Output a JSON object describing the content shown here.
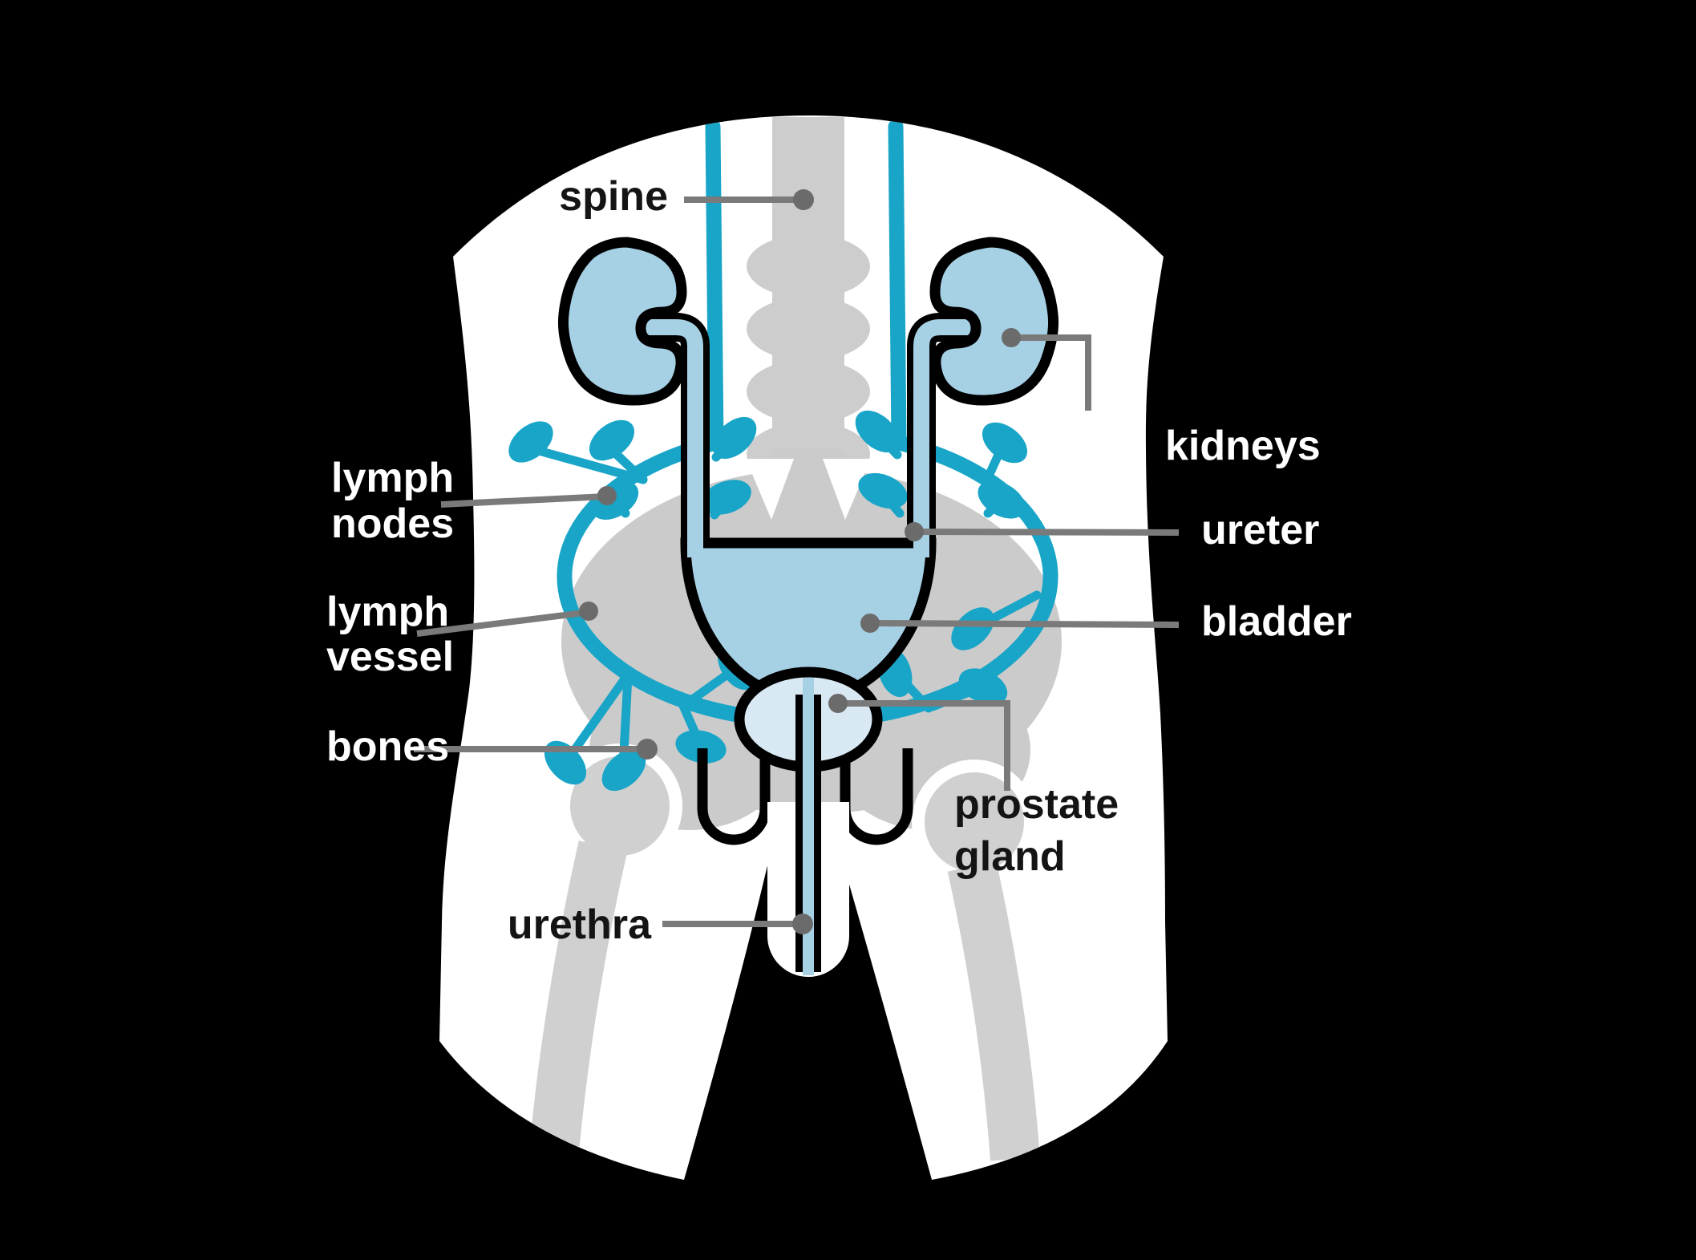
{
  "labels": {
    "spine": "spine",
    "kidneys": "kidneys",
    "ureter": "ureter",
    "bladder": "bladder",
    "lymph_nodes": [
      "lymph",
      "nodes"
    ],
    "lymph_vessel": [
      "lymph",
      "vessel"
    ],
    "bones": "bones",
    "urethra": "urethra",
    "prostate_gland": [
      "prostate",
      "gland"
    ]
  },
  "colors": {
    "background": "#000000",
    "body_silhouette": "#ffffff",
    "organ_blue": "#a6d1e5",
    "prostate_blue": "#d8e9f4",
    "lymph_teal": "#18a5c7",
    "bone_gray": "#cbcbcb",
    "outline_black": "#000000",
    "leader_line_gray": "#7a7a7a",
    "leader_dot_gray": "#6b6b6b",
    "label_on_black": "#ffffff",
    "label_on_white": "#141414"
  }
}
